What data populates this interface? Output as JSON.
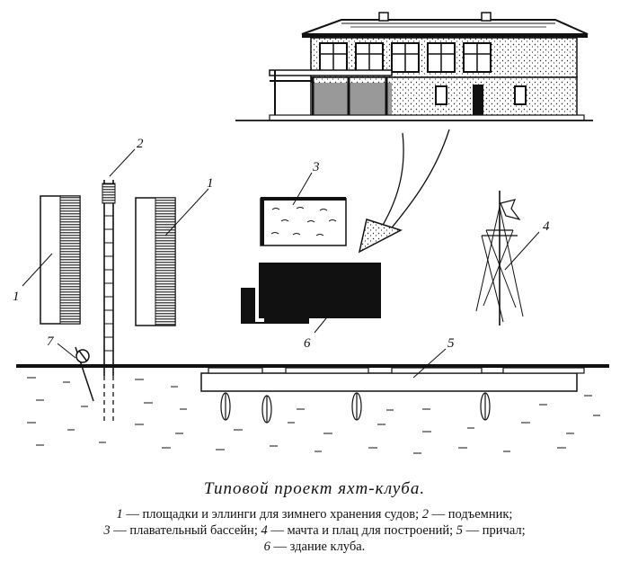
{
  "title": "Типовой проект яхт-клуба.",
  "markers": [
    "1",
    "2",
    "3",
    "1",
    "4",
    "5",
    "6",
    "7"
  ],
  "legend": [
    {
      "num": "1",
      "text": "площадки и эллинги для зимнего хранения судов;"
    },
    {
      "num": "2",
      "text": "подъемник;"
    },
    {
      "num": "3",
      "text": "плавательный бассейн;"
    },
    {
      "num": "4",
      "text": "мачта и плац для построений;"
    },
    {
      "num": "5",
      "text": "причал;"
    },
    {
      "num": "6",
      "text": "здание клуба."
    }
  ]
}
